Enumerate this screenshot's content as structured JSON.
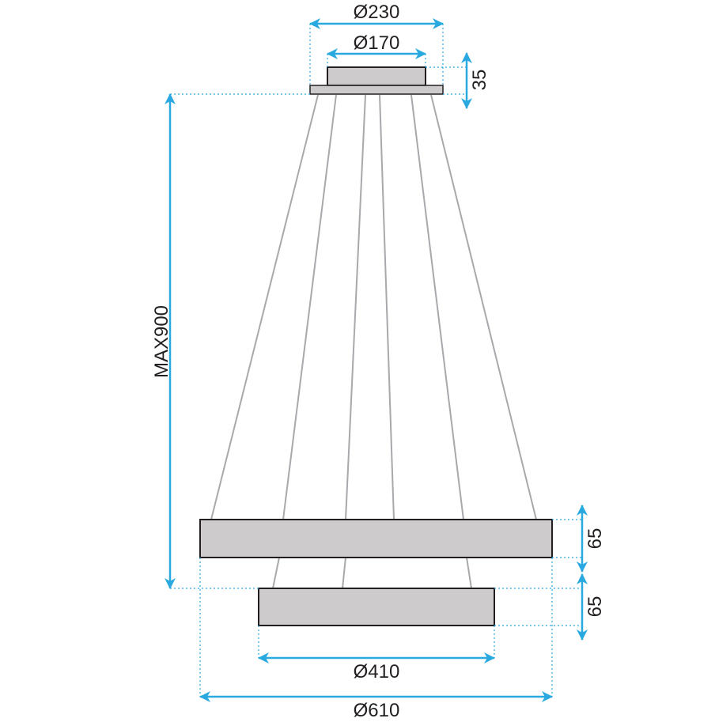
{
  "diagram": {
    "colors": {
      "dimension": "#29a9e0",
      "body_fill": "#cdcbcb",
      "body_stroke": "#231f20",
      "cable": "#a7a9ac",
      "text": "#231f20"
    },
    "labels": {
      "canopy_outer": "Ø230",
      "canopy_inner": "Ø170",
      "canopy_height": "35",
      "max_height": "MAX900",
      "upper_ring_height": "65",
      "lower_ring_height": "65",
      "lower_ring_diameter": "Ø410",
      "upper_ring_diameter": "Ø610"
    }
  }
}
